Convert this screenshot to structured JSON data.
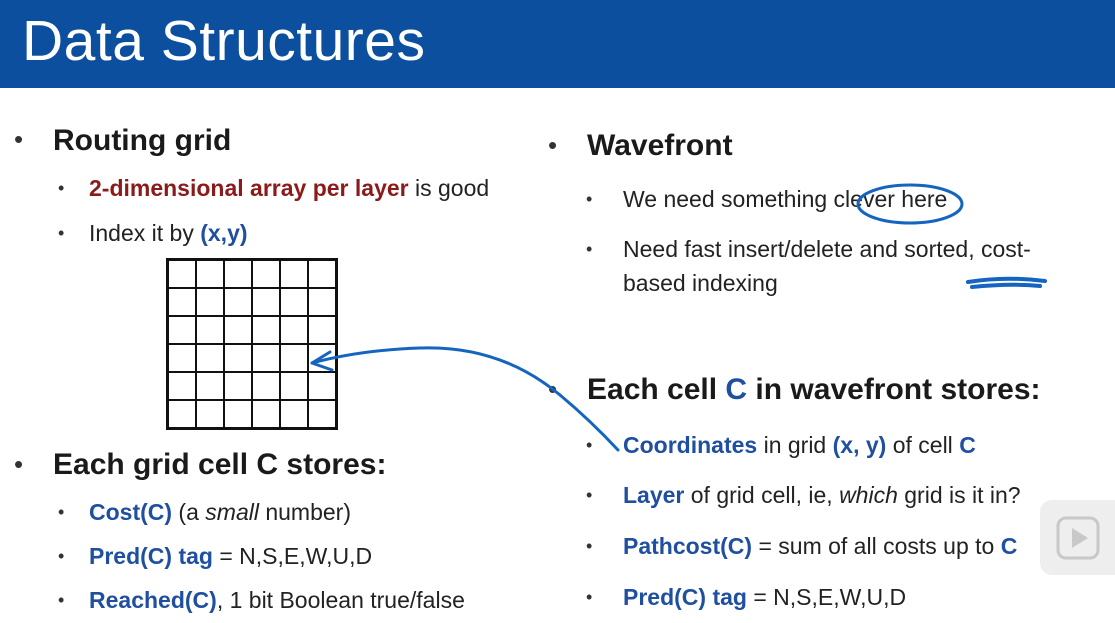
{
  "title": "Data Structures",
  "left": {
    "routing": {
      "heading": "Routing grid",
      "item1_red": "2-dimensional array per layer",
      "item1_rest": " is good",
      "item2_pre": "Index it by ",
      "item2_blue": "(x,y)"
    },
    "cell_stores": {
      "heading": "Each grid cell C stores:",
      "items": [
        {
          "blue": "Cost(C)",
          "pre": " (a ",
          "ital": "small",
          "post": " number)"
        },
        {
          "blue": "Pred(C) tag",
          "post": " = N,S,E,W,U,D"
        },
        {
          "blue": "Reached(C)",
          "post": ", 1 bit Boolean true/false"
        }
      ]
    }
  },
  "right": {
    "wavefront": {
      "heading": "Wavefront",
      "item1": "We need something clever here",
      "item2_line1": "Need fast insert/delete and sorted, cost-",
      "item2_line2": "based indexing"
    },
    "wave_cell": {
      "heading_pre": "Each cell ",
      "heading_c": "C",
      "heading_post": " in wavefront stores:",
      "items": [
        {
          "blue": "Coordinates",
          "mid": " in grid ",
          "blue2": "(x, y)",
          "post": " of cell ",
          "blue3": "C"
        },
        {
          "blue": "Layer",
          "pre": " of grid cell, ie, ",
          "ital": "which",
          "post": " grid is it in?"
        },
        {
          "blue": "Pathcost(C)",
          "post": " = sum of all costs up to ",
          "blue3": "C"
        },
        {
          "blue": "Pred(C) tag",
          "post": " = N,S,E,W,U,D"
        }
      ]
    }
  },
  "colors": {
    "title_bar": "#0b4f9e",
    "accent_blue": "#1f4fa0",
    "accent_red": "#8b1a1a",
    "ink": "#1565c0"
  },
  "grid_size": 6
}
